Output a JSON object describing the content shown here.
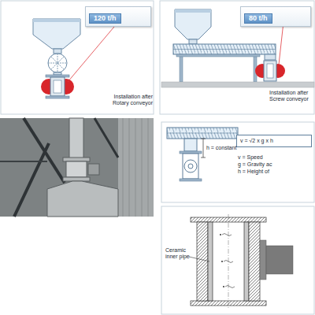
{
  "diagram": {
    "nodes": [
      {
        "text": [
          "120 t/h"
        ]
      },
      {
        "text": [
          "80 t/h"
        ]
      },
      {
        "text": [
          "v = √2 x g x h"
        ]
      }
    ],
    "labels": [
      "Installation after Rotary conveyor",
      "Installation after Screw conveyor",
      "h = constant",
      "v = Speed",
      "g = Gravity ac",
      "h = Height of",
      "Ceramic inner pipe"
    ]
  }
}
